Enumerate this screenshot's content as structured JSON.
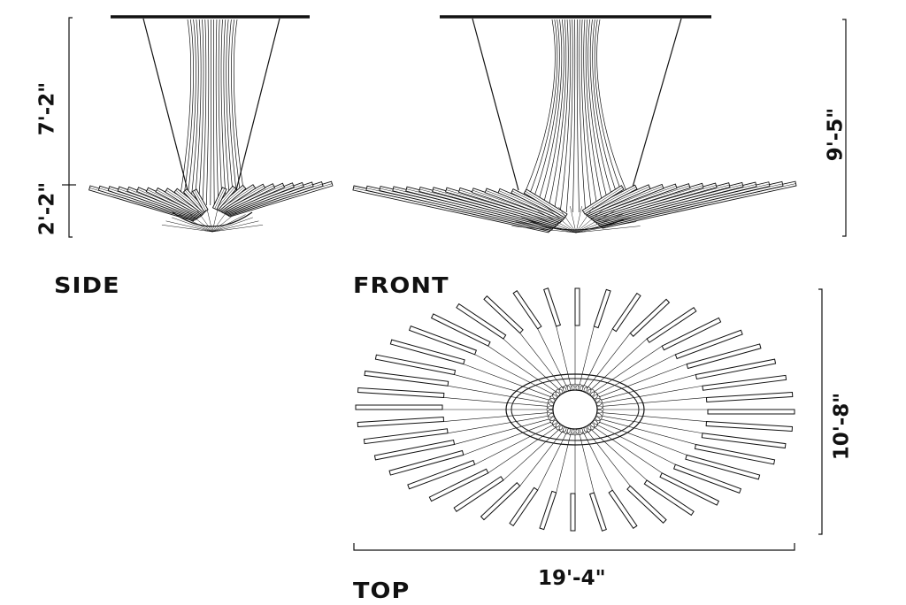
{
  "views": {
    "side": "SIDE",
    "front": "FRONT",
    "top": "TOP"
  },
  "dimensions": {
    "side_upper_height": "7'-2\"",
    "side_lower_height": "2'-2\"",
    "front_total_height": "9'-5\"",
    "top_width": "19'-4\"",
    "top_depth": "10'-8\""
  },
  "colors": {
    "background": "#ffffff",
    "ink": "#111111"
  }
}
